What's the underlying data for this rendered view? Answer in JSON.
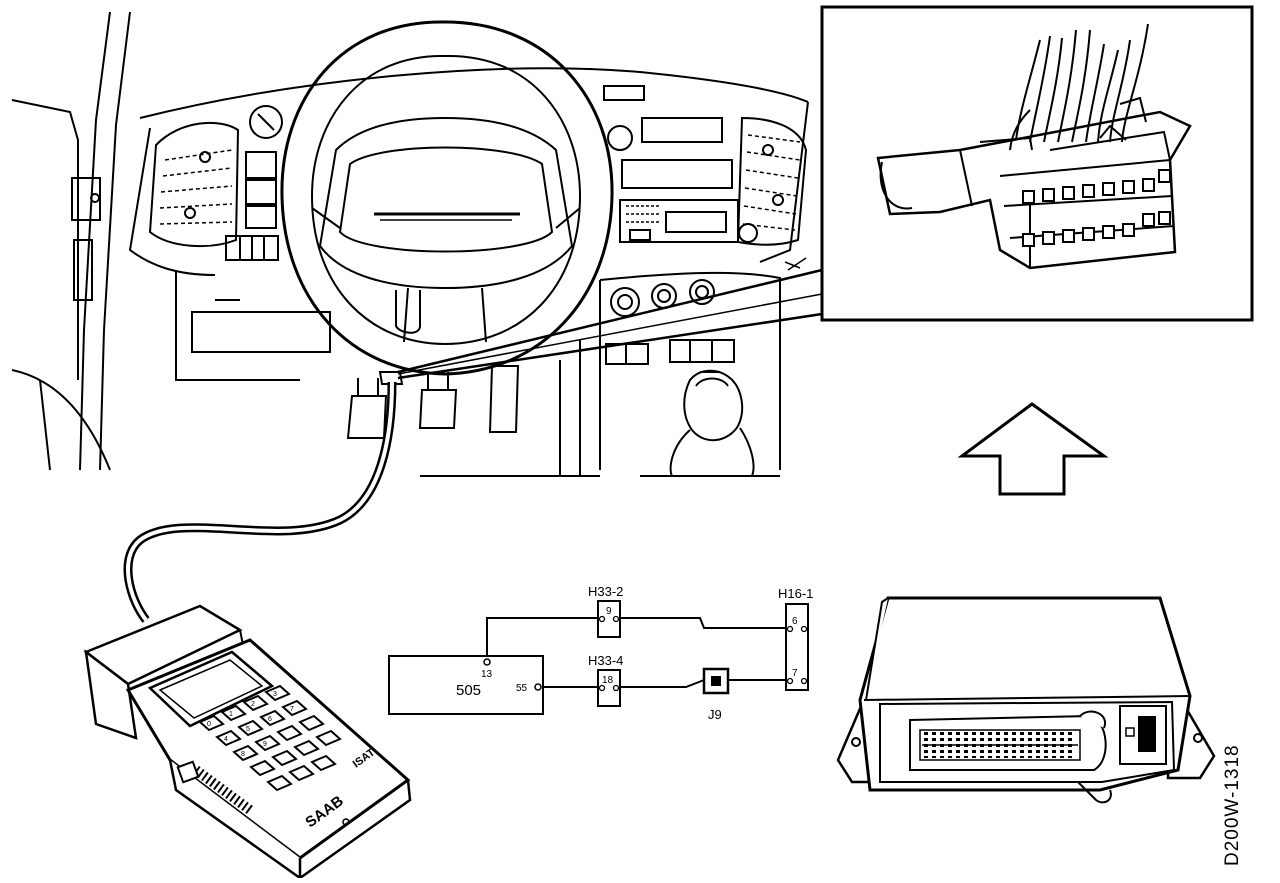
{
  "figure": {
    "doc_code": "D200W-1318"
  },
  "tester": {
    "brand": "SAAB",
    "model": "ISAT",
    "keys": [
      "0",
      "1",
      "2",
      "3",
      "4",
      "5",
      "6",
      "7",
      "8",
      "9",
      "",
      "",
      "",
      "",
      "",
      "",
      "",
      "",
      ""
    ]
  },
  "wiring": {
    "control_unit": {
      "label": "505",
      "pins": [
        "13",
        "55"
      ]
    },
    "connectors": [
      {
        "label": "H33-2",
        "pin": "9"
      },
      {
        "label": "H33-4",
        "pin": "18"
      },
      {
        "label": "H16-1",
        "pins": [
          "6",
          "7"
        ]
      }
    ],
    "junction": {
      "label": "J9"
    }
  }
}
